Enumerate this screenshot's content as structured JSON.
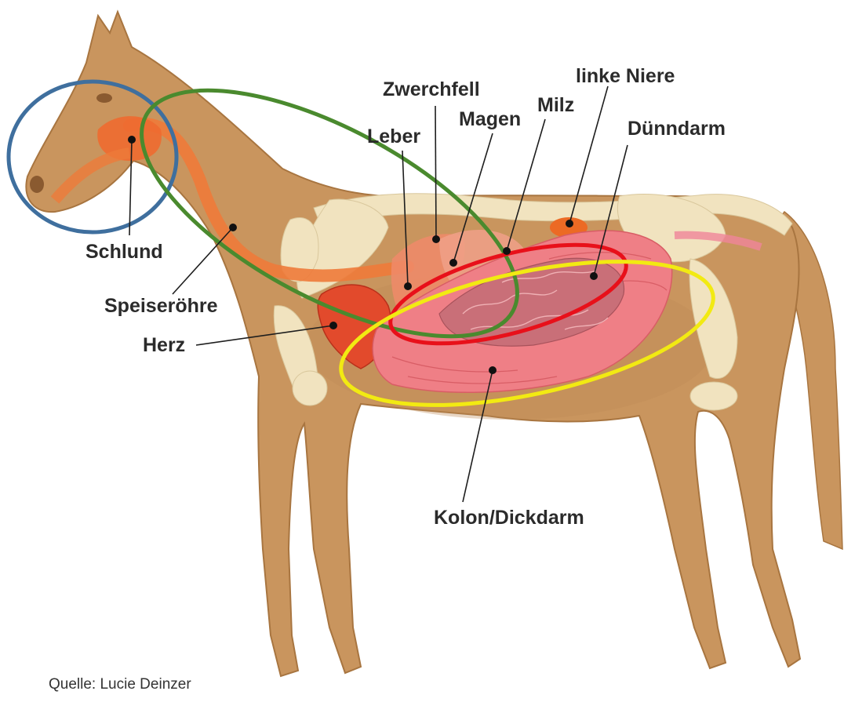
{
  "labels": {
    "schlund": "Schlund",
    "speiseroehre": "Speiseröhre",
    "herz": "Herz",
    "leber": "Leber",
    "zwerchfell": "Zwerchfell",
    "magen": "Magen",
    "milz": "Milz",
    "linke_niere": "linke Niere",
    "duenndarm": "Dünndarm",
    "kolon": "Kolon/Dickdarm"
  },
  "source": "Quelle: Lucie Deinzer",
  "colors": {
    "horse_body": "#c9955e",
    "horse_outline": "#a87540",
    "skeleton": "#f1e3bf",
    "organ_red": "#ee5a3a",
    "colon_pink": "#ef7f86",
    "small_intestine": "#c96f78",
    "ring_head": "#3f6f9e",
    "ring_neck_chest": "#4a8a2e",
    "ring_small_intestine": "#e8101a",
    "ring_colon": "#f2ea12"
  }
}
